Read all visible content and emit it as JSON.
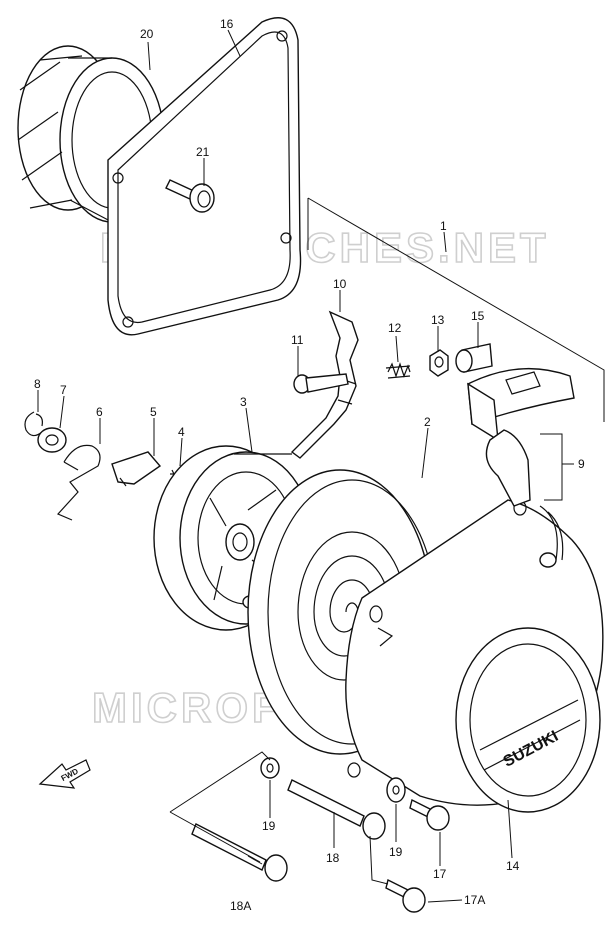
{
  "watermark": "MICROFICHES.NET",
  "logo_text": "SUZUKI",
  "fwd_text": "FWD",
  "callouts": {
    "c1": "1",
    "c2": "2",
    "c3": "3",
    "c4": "4",
    "c5": "5",
    "c6": "6",
    "c7": "7",
    "c8": "8",
    "c9": "9",
    "c10": "10",
    "c11": "11",
    "c12": "12",
    "c13": "13",
    "c14": "14",
    "c15": "15",
    "c16": "16",
    "c17": "17",
    "c17a": "17A",
    "c18": "18",
    "c18a": "18A",
    "c19a": "19",
    "c19b": "19",
    "c20": "20",
    "c21": "21"
  }
}
